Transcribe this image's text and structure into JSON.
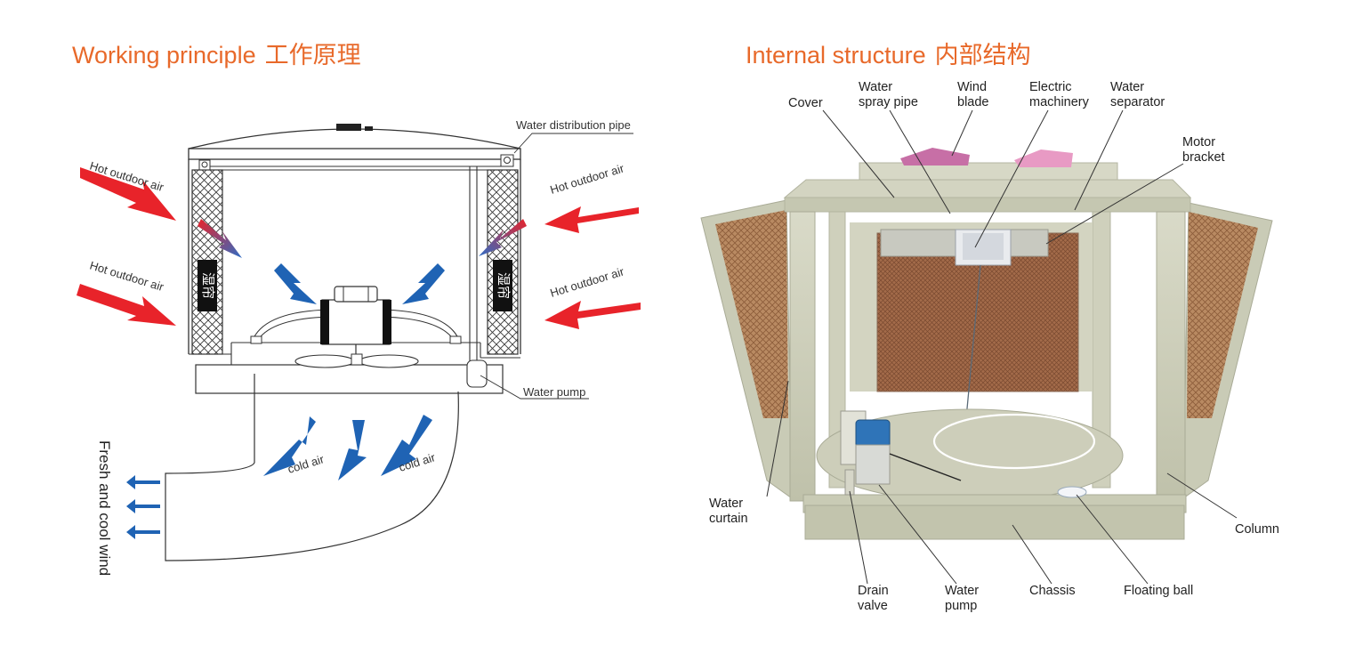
{
  "left_panel": {
    "title_en": "Working principle",
    "title_cn": "工作原理",
    "labels": {
      "hot_air_top_left": "Hot outdoor air",
      "hot_air_bottom_left": "Hot outdoor air",
      "hot_air_top_right": "Hot outdoor air",
      "hot_air_bottom_right": "Hot outdoor air",
      "curtain_left": "湿帘",
      "curtain_right": "湿帘",
      "water_distribution_pipe": "Water distribution pipe",
      "water_pump": "Water pump",
      "cold_air_left": "cold air",
      "cold_air_right": "cold air",
      "fresh_wind": "Fresh and cool wind"
    }
  },
  "right_panel": {
    "title_en": "Internal structure",
    "title_cn": "内部结构",
    "labels": {
      "cover": "Cover",
      "water_spray_pipe": [
        "Water",
        "spray pipe"
      ],
      "wind_blade": [
        "Wind",
        "blade"
      ],
      "electric_machinery": [
        "Electric",
        "machinery"
      ],
      "water_separator": [
        "Water",
        "separator"
      ],
      "motor_bracket": [
        "Motor",
        "bracket"
      ],
      "water_curtain": [
        "Water",
        "curtain"
      ],
      "column": "Column",
      "drain_valve": [
        "Drain",
        "valve"
      ],
      "water_pump": [
        "Water",
        "pump"
      ],
      "chassis": "Chassis",
      "floating_ball": "Floating ball"
    }
  },
  "colors": {
    "accent_title": "#e8692a",
    "hot_arrow": "#e8232a",
    "cold_arrow": "#1f63b4",
    "cooler_body": "#c9cbb6",
    "curtain_pad": "#b3805a"
  }
}
